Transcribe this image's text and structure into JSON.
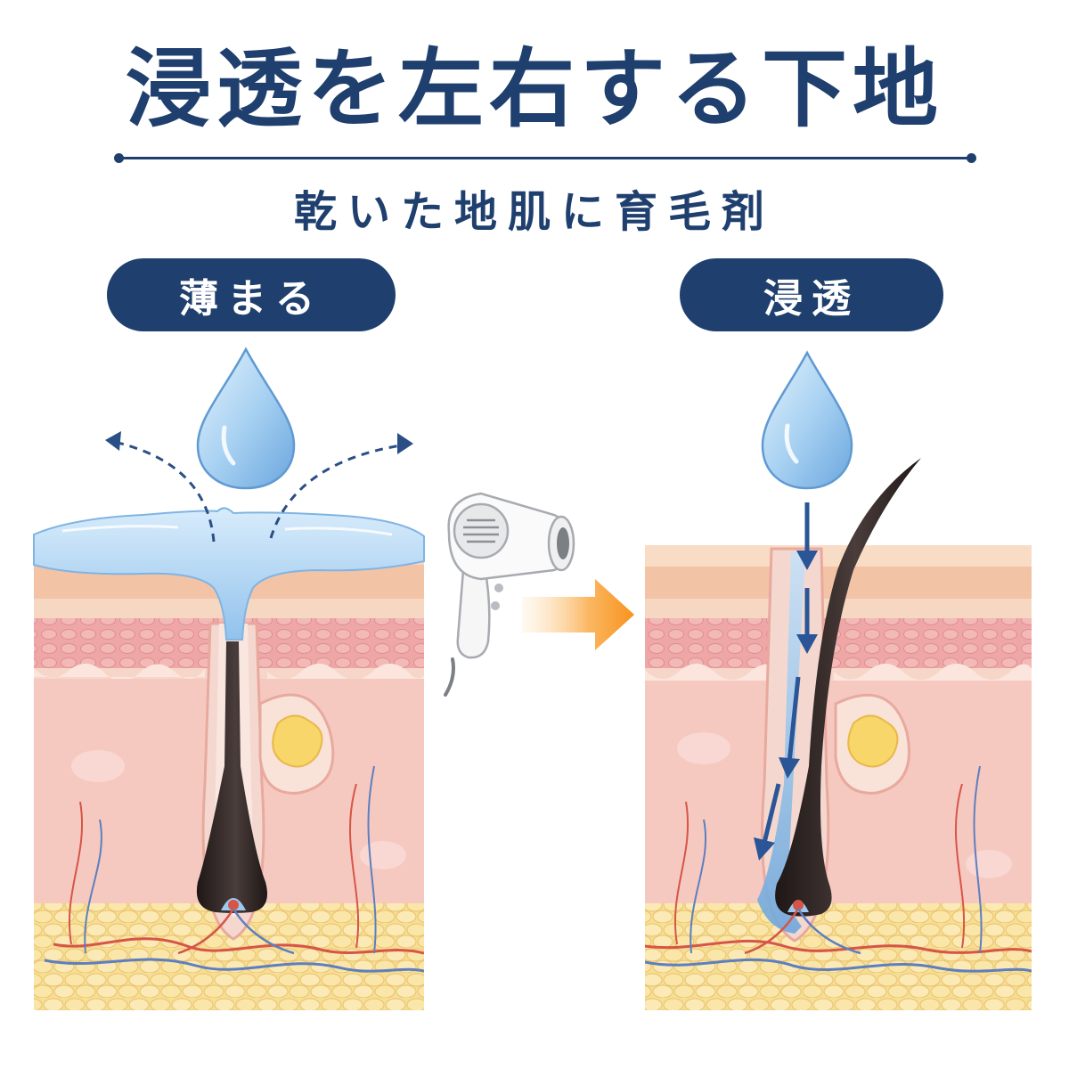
{
  "title": "浸透を左右する下地",
  "subtitle": "乾いた地肌に育毛剤",
  "panels": [
    {
      "label": "薄まる"
    },
    {
      "label": "浸透"
    }
  ],
  "icons": [
    "water-drop-icon",
    "hair-dryer-icon",
    "arrow-right-icon",
    "arrow-down-icon"
  ],
  "colors": {
    "navy": "#1f3f6e",
    "water": "#9ec8ee",
    "hair": "#2e2524",
    "skin": "#f3cdb8",
    "fat": "#f7dc8e",
    "warm_arrow": "#f7931e"
  }
}
